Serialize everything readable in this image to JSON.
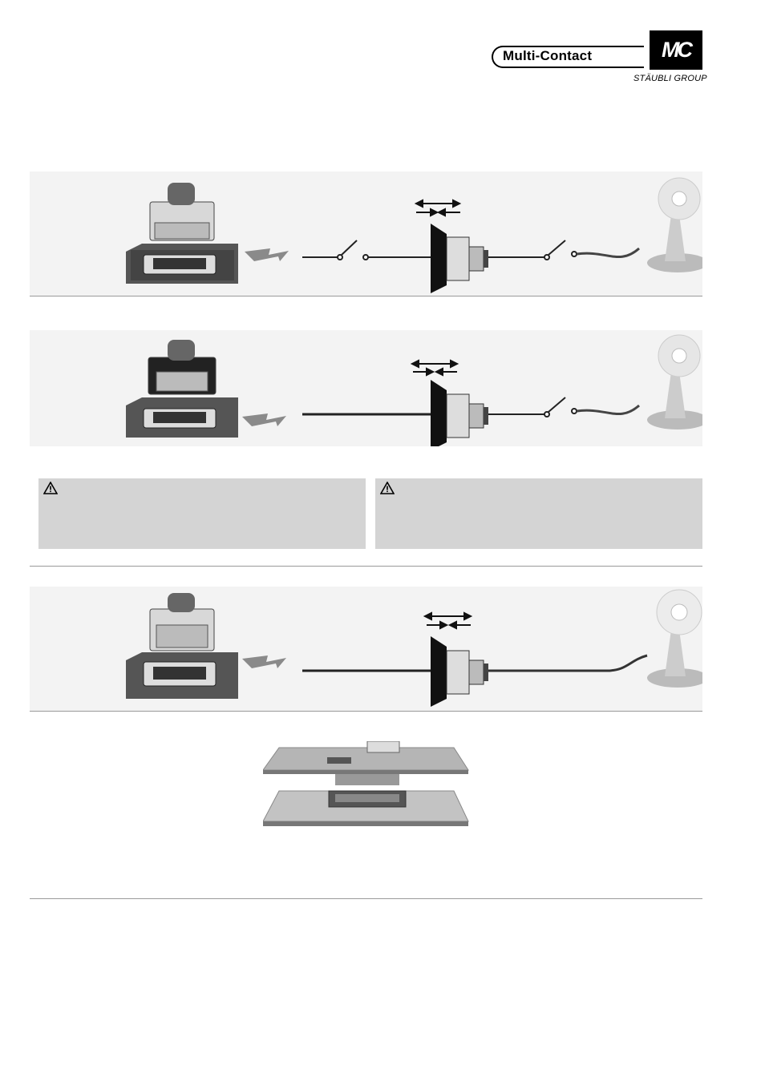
{
  "header": {
    "brand_name": "Multi-Contact",
    "logo_text": "MC",
    "group_name": "STÄUBLI GROUP"
  },
  "warnings": [
    {
      "icon": "warning-triangle-icon",
      "text": ""
    },
    {
      "icon": "warning-triangle-icon",
      "text": ""
    }
  ],
  "colors": {
    "panel_bg": "#f3f3f3",
    "warning_bg": "#d4d4d4",
    "rule": "#9a9a9a",
    "logo_bg": "#000000"
  }
}
